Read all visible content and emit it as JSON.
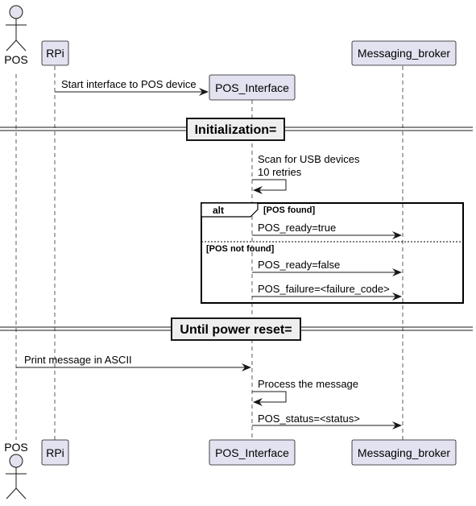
{
  "participants": {
    "pos": "POS",
    "rpi": "RPi",
    "pos_interface": "POS_Interface",
    "messaging_broker": "Messaging_broker"
  },
  "messages": {
    "start_interface": "Start interface to POS device",
    "scan_line1": "Scan for USB devices",
    "scan_line2": "10 retries",
    "pos_ready_true": "POS_ready=true",
    "pos_ready_false": "POS_ready=false",
    "pos_failure": "POS_failure=<failure_code>",
    "print_message": "Print message in ASCII",
    "process_message": "Process the message",
    "pos_status": "POS_status=<status>"
  },
  "dividers": {
    "initialization": "Initialization=",
    "until_power_reset": "Until power reset="
  },
  "alt_fragment": {
    "keyword": "alt",
    "guard_found": "[POS found]",
    "guard_not_found": "[POS not found]"
  },
  "colors": {
    "participant_fill": "#E2E2F0",
    "participant_border": "#181818",
    "divider_fill": "#EEEEEE",
    "line": "#181818"
  }
}
